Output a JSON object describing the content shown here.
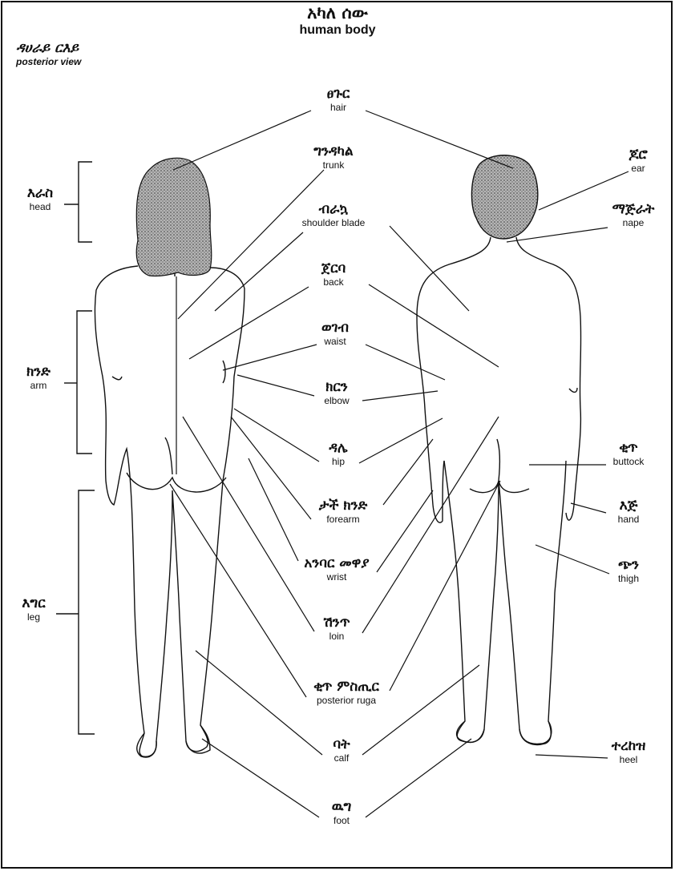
{
  "title": {
    "amharic": "አካለ ሰው",
    "english": "human body"
  },
  "subtitle": {
    "amharic": "ዳሀራይ ርእይ",
    "english": "posterior view"
  },
  "bracket_labels": {
    "head": {
      "amharic": "እራስ",
      "english": "head"
    },
    "arm": {
      "amharic": "ክንድ",
      "english": "arm"
    },
    "leg": {
      "amharic": "እግር",
      "english": "leg"
    }
  },
  "center_labels": [
    {
      "amharic": "ፀጉር",
      "english": "hair"
    },
    {
      "amharic": "ግንዳካል",
      "english": "trunk"
    },
    {
      "amharic": "ብራኳ",
      "english": "shoulder blade"
    },
    {
      "amharic": "ጀርባ",
      "english": "back"
    },
    {
      "amharic": "ወገብ",
      "english": "waist"
    },
    {
      "amharic": "ክርን",
      "english": "elbow"
    },
    {
      "amharic": "ዳሌ",
      "english": "hip"
    },
    {
      "amharic": "ታች ክንድ",
      "english": "forearm"
    },
    {
      "amharic": "አንባር መዋያ",
      "english": "wrist"
    },
    {
      "amharic": "ሽንጥ",
      "english": "loin"
    },
    {
      "amharic": "ቂጥ ምስጢር",
      "english": "posterior ruga"
    },
    {
      "amharic": "ባት",
      "english": "calf"
    },
    {
      "amharic": "ዉግ",
      "english": "foot"
    }
  ],
  "right_labels": {
    "ear": {
      "amharic": "ጆሮ",
      "english": "ear"
    },
    "nape": {
      "amharic": "ማጅራት",
      "english": "nape"
    },
    "buttock": {
      "amharic": "ቂጥ",
      "english": "buttock"
    },
    "hand": {
      "amharic": "እጅ",
      "english": "hand"
    },
    "thigh": {
      "amharic": "ጭን",
      "english": "thigh"
    },
    "heel": {
      "amharic": "ተረከዝ",
      "english": "heel"
    }
  },
  "colors": {
    "ink": "#111111",
    "hair_fill": "#8a8a8a",
    "background": "#ffffff"
  }
}
